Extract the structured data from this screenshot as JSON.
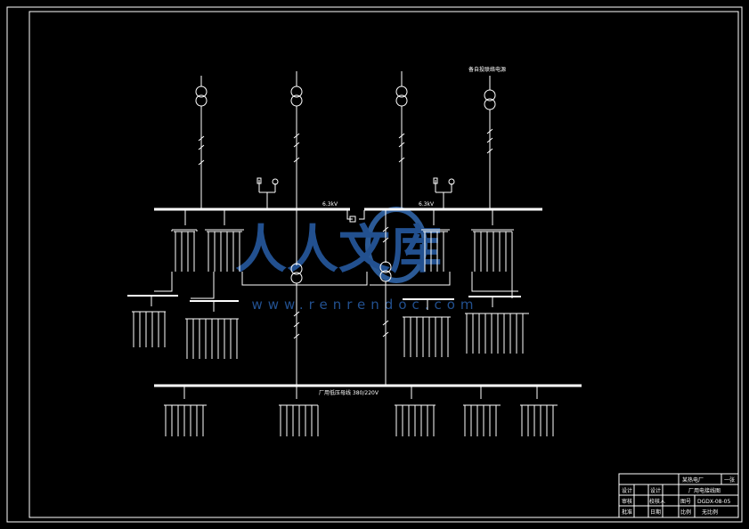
{
  "colors": {
    "background": "#000000",
    "line": "#ffffff",
    "watermark": "#3a78c8"
  },
  "labels": {
    "bus_a": "6.3kV",
    "bus_b": "6.3kV",
    "low_voltage_bus": "厂用低压母线 380/220V",
    "standby_source": "备自投联络电源"
  },
  "watermark": {
    "logo_text": "人人文库",
    "url_text": "www.renrendoc.com"
  },
  "title_block": {
    "plant_name": "某热电厂",
    "sheet_tag": "一张",
    "drawing_title": "厂用电接线图",
    "drawing_number": "DGDX-08-05",
    "scale": "无比例",
    "row_design": "设计",
    "row_check": "审核",
    "row_approve": "批准",
    "col_designer": "设计",
    "col_reviewer": "校核人",
    "col_date": "日期",
    "col_drawing_no": "图号",
    "col_scale": "比例"
  }
}
